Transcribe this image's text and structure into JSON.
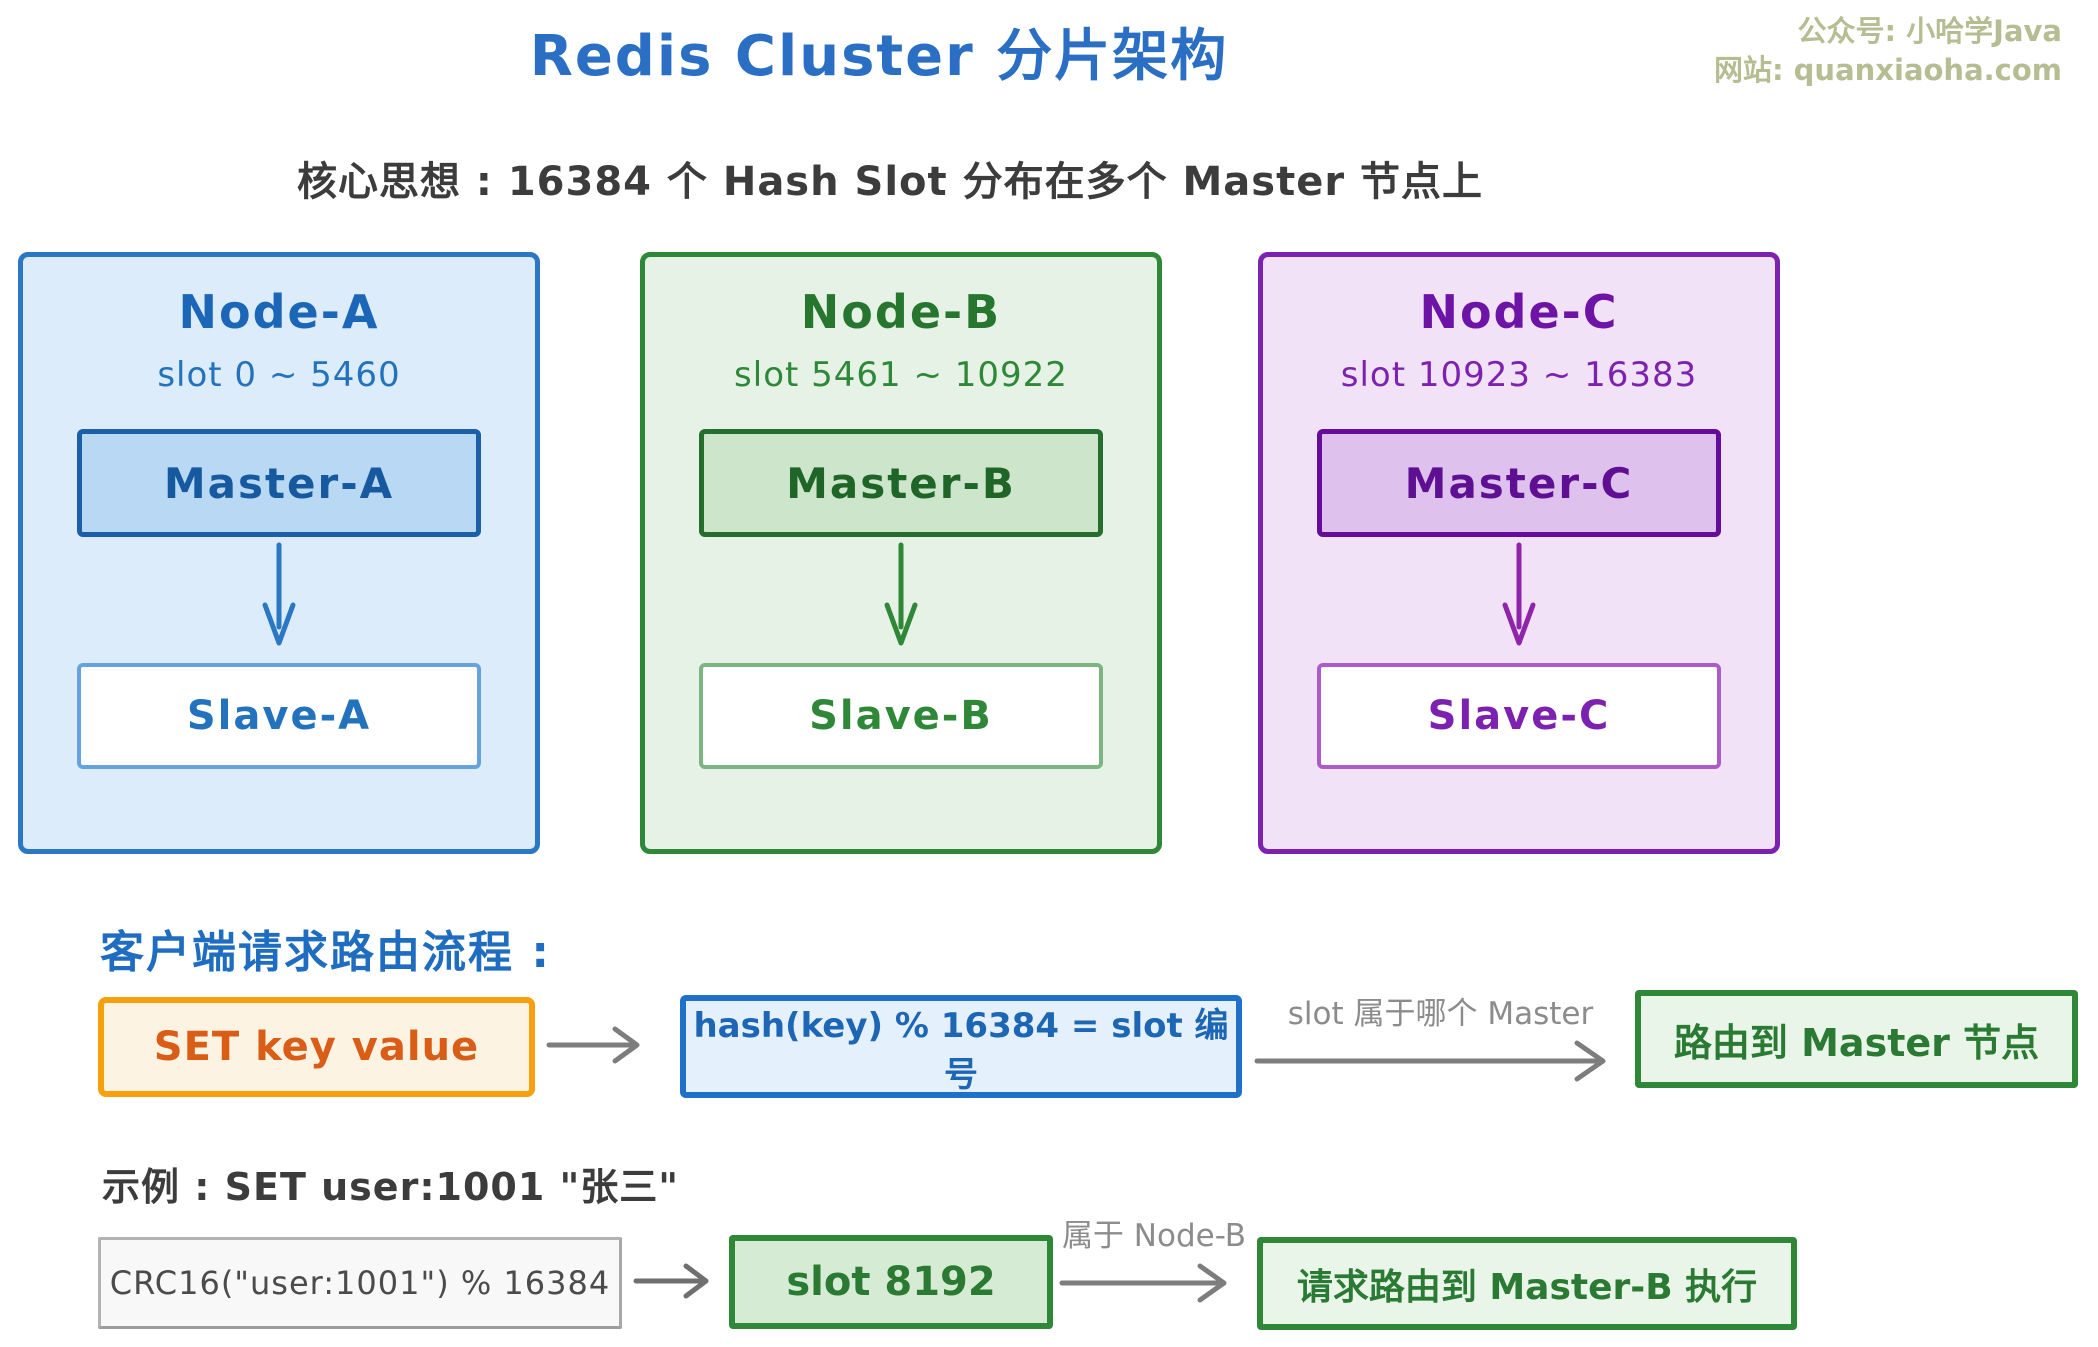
{
  "title": "Redis Cluster 分片架构",
  "watermark": {
    "line1": "公众号: 小哈学Java",
    "line2": "网站: quanxiaoha.com"
  },
  "subtitle": "核心思想 : 16384 个 Hash Slot 分布在多个 Master 节点上",
  "nodes": [
    {
      "name": "Node-A",
      "slot_range": "slot 0 ~ 5460",
      "master": "Master-A",
      "slave": "Slave-A",
      "theme": "blue"
    },
    {
      "name": "Node-B",
      "slot_range": "slot 5461 ~ 10922",
      "master": "Master-B",
      "slave": "Slave-B",
      "theme": "green"
    },
    {
      "name": "Node-C",
      "slot_range": "slot 10923 ~ 16383",
      "master": "Master-C",
      "slave": "Slave-C",
      "theme": "purple"
    }
  ],
  "routing_flow": {
    "heading": "客户端请求路由流程 :",
    "step1": "SET key value",
    "step2": "hash(key) % 16384 = slot 编号",
    "arrow_label": "slot 属于哪个 Master",
    "step3": "路由到 Master 节点"
  },
  "example_flow": {
    "heading": "示例 : SET user:1001 \"张三\"",
    "step1": "CRC16(\"user:1001\") % 16384",
    "step2": "slot 8192",
    "arrow_label": "属于 Node-B",
    "step3": "请求路由到 Master-B 执行"
  },
  "colors": {
    "title_blue": "#2a6fc4",
    "watermark_olive": "#b7bd92",
    "text_dark": "#3c3c3c",
    "arrow_gray": "#7d7d7d",
    "label_gray": "#8c8c8c",
    "blue_theme": {
      "border": "#2b77c4",
      "fill": "#ddecfa",
      "master_fill": "#b8d8f4",
      "master_border": "#1a5fa8",
      "slave_border": "#66a3de",
      "text": "#2272bd"
    },
    "green_theme": {
      "border": "#2f8738",
      "fill": "#e6f2e5",
      "master_fill": "#cde5cb",
      "master_border": "#256e2d",
      "slave_border": "#7cb582",
      "text": "#2e8838"
    },
    "purple_theme": {
      "border": "#7d22b0",
      "fill": "#f2e2f7",
      "master_fill": "#dec1ec",
      "master_border": "#650c9b",
      "slave_border": "#ad5bcb",
      "text": "#7d22b0"
    },
    "orange_box": {
      "border": "#f5a00c",
      "fill": "#fdf3e2",
      "text": "#d95d16"
    },
    "blue_box": {
      "border": "#1e70c8",
      "fill": "#e4f0fc",
      "text": "#1d66b5"
    },
    "green_box": {
      "border": "#2f8738",
      "fill": "#eaf5e9",
      "text": "#2a7a33"
    },
    "slot_box_fill": "#d6ebd4",
    "gray_box": {
      "border": "#b3b3b3",
      "fill": "#f8f8f8",
      "text": "#4b4b4b"
    }
  }
}
